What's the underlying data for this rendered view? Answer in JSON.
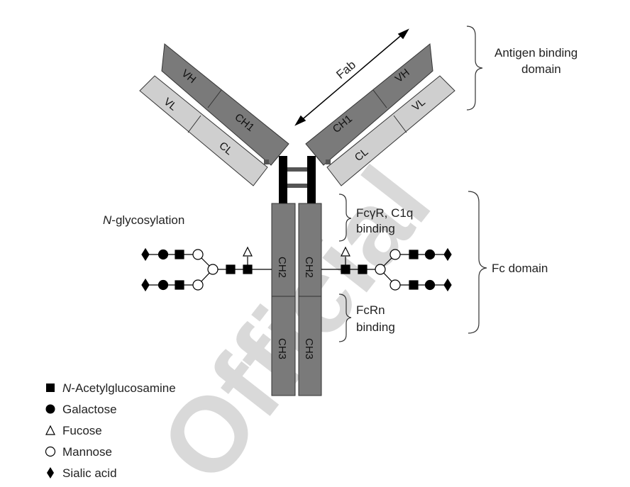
{
  "domains": {
    "vh": "VH",
    "vl": "VL",
    "ch1": "CH1",
    "cl": "CL",
    "ch2": "CH2",
    "ch3": "CH3"
  },
  "labels": {
    "fab": "Fab",
    "antigen_binding_1": "Antigen binding",
    "antigen_binding_2": "domain",
    "fc_domain": "Fc domain",
    "fcgr_1": "FcγR, C1q",
    "fcgr_2": "binding",
    "fcrn_1": "FcRn",
    "fcrn_2": "binding",
    "nglyc_prefix": "N",
    "nglyc_rest": "-glycosylation"
  },
  "legend": [
    {
      "symbol": "square",
      "prefix": "N",
      "label": "-Acetylglucosamine"
    },
    {
      "symbol": "circle-filled",
      "prefix": "",
      "label": "Galactose"
    },
    {
      "symbol": "triangle",
      "prefix": "",
      "label": "Fucose"
    },
    {
      "symbol": "circle-open",
      "prefix": "",
      "label": "Mannose"
    },
    {
      "symbol": "diamond",
      "prefix": "",
      "label": "Sialic acid"
    }
  ],
  "watermark": "Official",
  "colors": {
    "heavy": "#7a7a7a",
    "light": "#cfcfcf",
    "hinge": "#000000"
  }
}
